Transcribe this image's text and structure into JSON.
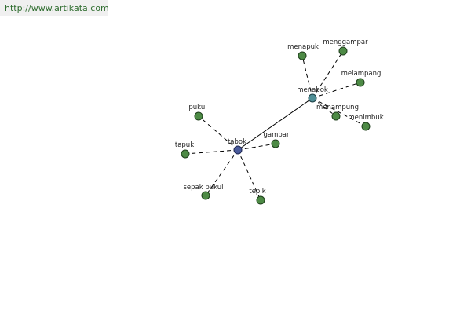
{
  "header": {
    "url_text": "http://www.artikata.com"
  },
  "colors": {
    "leaf_node": "#4d8a45",
    "hub_primary": "#4a5b9c",
    "hub_secondary": "#4f8f96",
    "banner_bg": "#f0f0f0",
    "banner_text": "#2f6d2f"
  },
  "graph": {
    "nodes": [
      {
        "id": "tabok",
        "label": "tabok"
      },
      {
        "id": "menabok",
        "label": "menabok"
      },
      {
        "id": "pukul",
        "label": "pukul"
      },
      {
        "id": "tapuk",
        "label": "tapuk"
      },
      {
        "id": "sepak_pukul",
        "label": "sepak pukul"
      },
      {
        "id": "tepik",
        "label": "tepik"
      },
      {
        "id": "gampar",
        "label": "gampar"
      },
      {
        "id": "menapuk",
        "label": "menapuk"
      },
      {
        "id": "menggampar",
        "label": "menggampar"
      },
      {
        "id": "melampang",
        "label": "melampang"
      },
      {
        "id": "menampung",
        "label": "menampung"
      },
      {
        "id": "menimbuk",
        "label": "menimbuk"
      }
    ],
    "edges": [
      {
        "from": "tabok",
        "to": "menabok",
        "style": "solid"
      },
      {
        "from": "tabok",
        "to": "pukul",
        "style": "dashed"
      },
      {
        "from": "tabok",
        "to": "tapuk",
        "style": "dashed"
      },
      {
        "from": "tabok",
        "to": "sepak_pukul",
        "style": "dashed"
      },
      {
        "from": "tabok",
        "to": "tepik",
        "style": "dashed"
      },
      {
        "from": "tabok",
        "to": "gampar",
        "style": "dashed"
      },
      {
        "from": "menabok",
        "to": "menapuk",
        "style": "dashed"
      },
      {
        "from": "menabok",
        "to": "menggampar",
        "style": "dashed"
      },
      {
        "from": "menabok",
        "to": "melampang",
        "style": "dashed"
      },
      {
        "from": "menabok",
        "to": "menampung",
        "style": "dashed"
      },
      {
        "from": "menabok",
        "to": "menimbuk",
        "style": "dashed"
      }
    ]
  }
}
